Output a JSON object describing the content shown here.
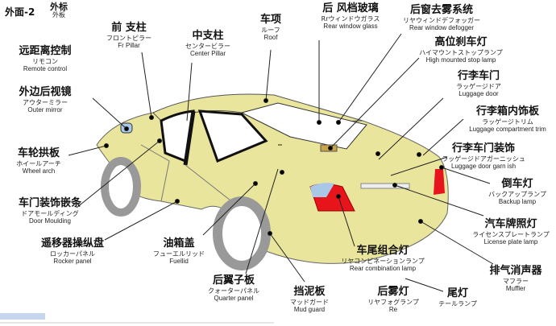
{
  "header": {
    "title": "外面-2",
    "subtitle_zh": "外标",
    "subtitle_ja": "外板"
  },
  "labels": [
    {
      "id": "front-pillar",
      "zh": "前 支柱",
      "ja": "フロントピラー",
      "en": "Fr   Pillar"
    },
    {
      "id": "center-pillar",
      "zh": "中支柱",
      "ja": "センタービラー",
      "en": "Center Pillar"
    },
    {
      "id": "roof",
      "zh": "车项",
      "ja": "ルーフ",
      "en": "Roof"
    },
    {
      "id": "rear-window-glass",
      "zh": "后 风档玻璃",
      "ja": "Rrウィンドウガラス",
      "en": "Rear window glass"
    },
    {
      "id": "rear-window-defogger",
      "zh": "后窗去雾系统",
      "ja": "リヤウィンドデフォッガー",
      "en": "Rear window defogger"
    },
    {
      "id": "high-mounted-stop-lamp",
      "zh": "高位刹车灯",
      "ja": "ハイマウントストップランプ",
      "en": "High mounted stop lamp"
    },
    {
      "id": "luggage-door",
      "zh": "行李车门",
      "ja": "ラッゲージドア",
      "en": "Luggage door"
    },
    {
      "id": "luggage-compartment-trim",
      "zh": "行李箱内饰板",
      "ja": "ラッゲージトリム",
      "en": "Luggage compartment trim"
    },
    {
      "id": "remote-control",
      "zh": "远距离控制",
      "ja": "リモコン",
      "en": "Remote control"
    },
    {
      "id": "outer-mirror",
      "zh": "外边后视镜",
      "ja": "アウターミラー",
      "en": "Outer mirror"
    },
    {
      "id": "wheel-arch",
      "zh": "车轮拱板",
      "ja": "ホイールアーチ",
      "en": "Wheel arch"
    },
    {
      "id": "door-moulding",
      "zh": "车门装饰嵌条",
      "ja": "ドアモールディング",
      "en": "Door   Moulding"
    },
    {
      "id": "rocker-panel",
      "zh": "遥移器操纵盘",
      "ja": "ロッカーパネル",
      "en": "Rocker panel"
    },
    {
      "id": "fuel-lid",
      "zh": "油箱盖",
      "ja": "フューエルリッド",
      "en": "Fuellid"
    },
    {
      "id": "quarter-panel",
      "zh": "后翼子板",
      "ja": "クォーターパネル",
      "en": "Quarter panel"
    },
    {
      "id": "mud-guard",
      "zh": "挡泥板",
      "ja": "マッドガード",
      "en": "Mud guard"
    },
    {
      "id": "rear-fog-lamp",
      "zh": "后雾灯",
      "ja": "リヤフォグランプ",
      "en": "Re"
    },
    {
      "id": "tail-lamp",
      "zh": "尾灯",
      "ja": "テールランプ",
      "en": ""
    },
    {
      "id": "rear-combination-lamp",
      "zh": "车尾组合灯",
      "ja": "リヤコンビネーションランプ",
      "en": "Rear combination lamp"
    },
    {
      "id": "muffler",
      "zh": "排气消声器",
      "ja": "マフラー",
      "en": "Muffler"
    },
    {
      "id": "license-plate-lamp",
      "zh": "汽车牌照灯",
      "ja": "ライセンスプレートランプ",
      "en": "License plate lamp"
    },
    {
      "id": "backup-lamp",
      "zh": "倒车灯",
      "ja": "バックアップランプ",
      "en": "Backup lamp"
    },
    {
      "id": "luggage-door-garnish",
      "zh": "行李车门装饰",
      "ja": "ラッゲージドアガーニッシュ",
      "en": "Luggage door garn ish"
    }
  ],
  "colors": {
    "body": "#e9e59c",
    "lamp": "#e8141b",
    "glass": "#a9c8e8",
    "tire": "#9a9a9a"
  }
}
